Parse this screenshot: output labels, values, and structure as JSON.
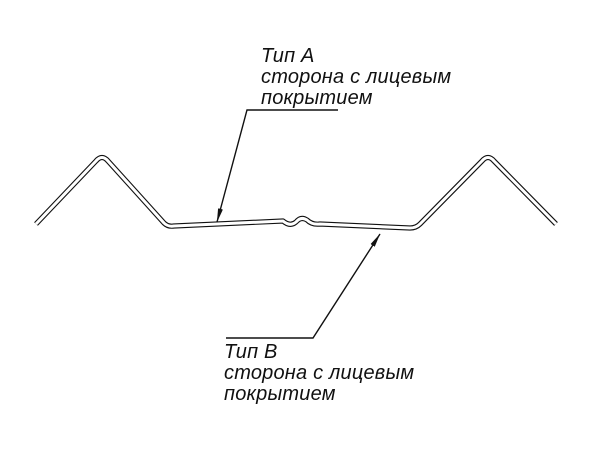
{
  "labels": {
    "type_a": {
      "title": "Тип А",
      "line1": "сторона с лицевым",
      "line2": "покрытием"
    },
    "type_b": {
      "title": "Тип В",
      "line1": "сторона с лицевым",
      "line2": "покрытием"
    }
  },
  "colors": {
    "line": "#111111",
    "background": "#ffffff"
  }
}
